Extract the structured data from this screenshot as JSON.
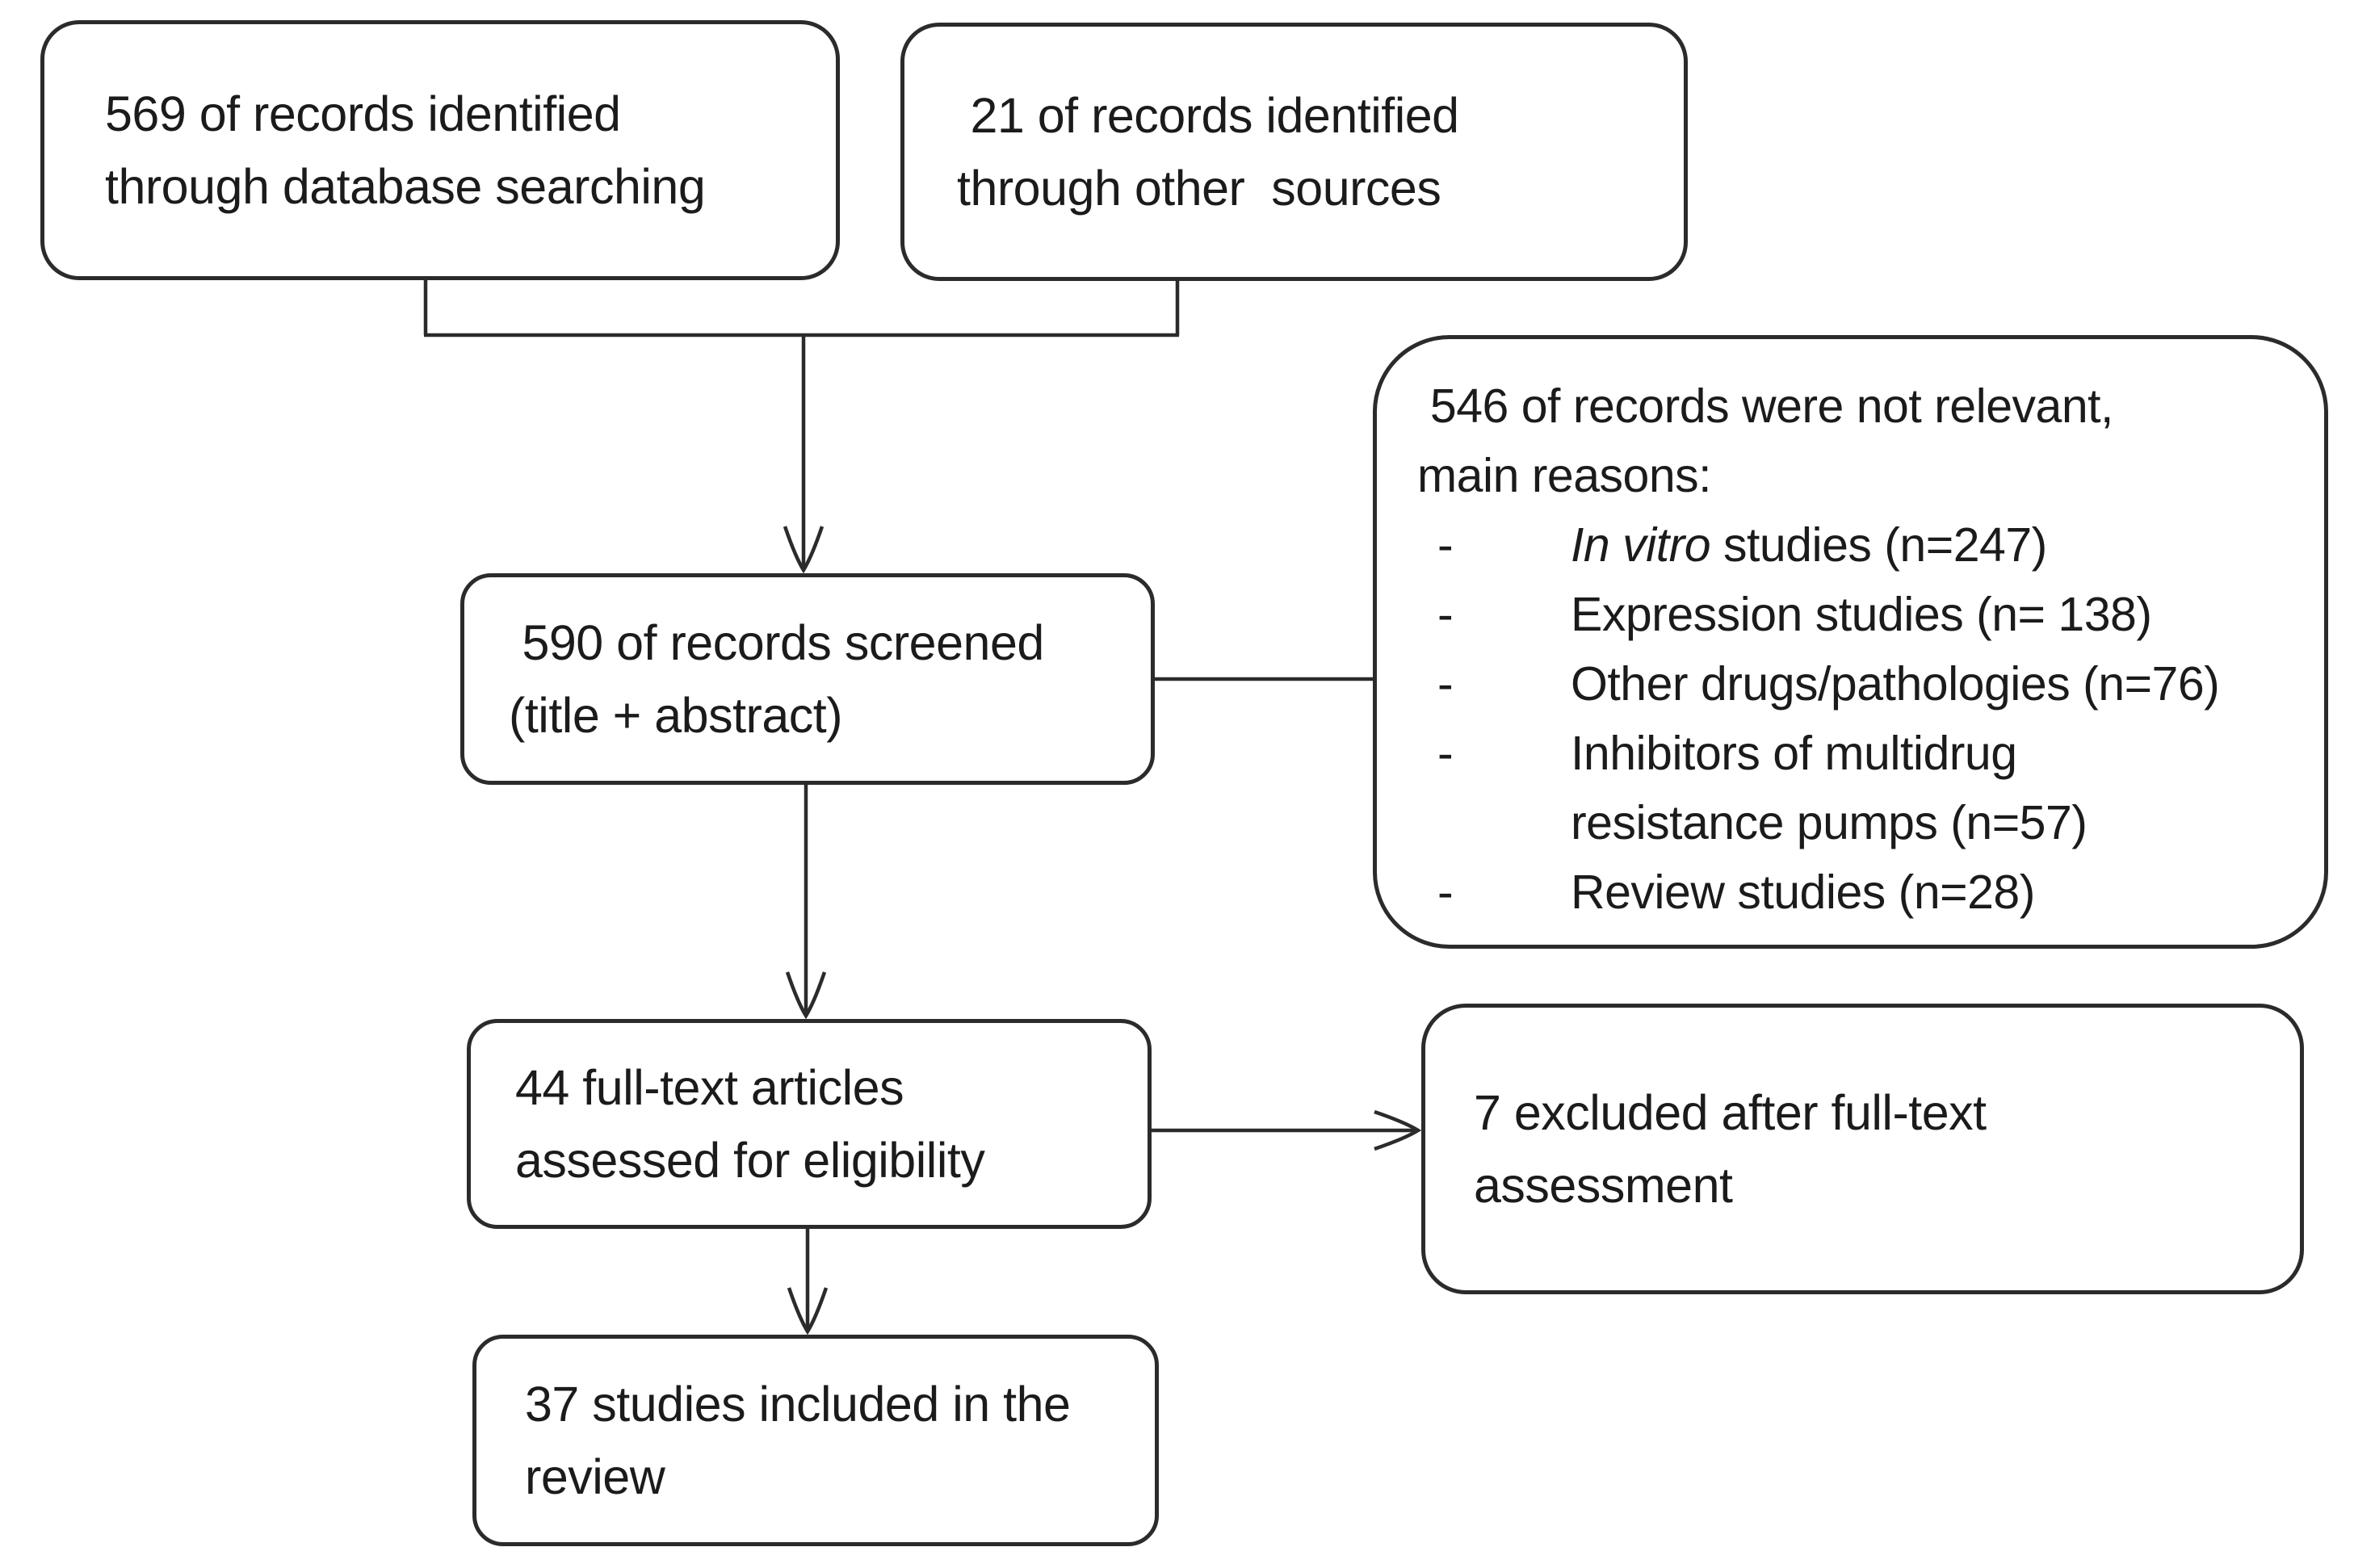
{
  "diagram": {
    "kind": "study-selection-flowchart",
    "ink_color": "#1b1b1b",
    "line_color": "#2b2b2b",
    "background_color": "#ffffff",
    "boxes": {
      "identified_db": {
        "lines": [
          "569 of records identified",
          "through database searching"
        ]
      },
      "identified_other": {
        "lines": [
          " 21 of records identified",
          "through other  sources"
        ]
      },
      "screened": {
        "lines": [
          " 590 of records screened",
          "(title + abstract)"
        ]
      },
      "not_relevant": {
        "header_lines": [
          " 546 of records were not relevant,",
          "main reasons:"
        ],
        "bullet": "-",
        "items": [
          {
            "italic": "In vitro",
            "rest": " studies (n=247)"
          },
          {
            "rest": "Expression studies (n= 138)"
          },
          {
            "rest": "Other drugs/pathologies (n=76)"
          },
          {
            "rest": "Inhibitors of multidrug",
            "rest2": "resistance pumps (n=57)"
          },
          {
            "rest": "Review studies (n=28)"
          }
        ]
      },
      "fulltext": {
        "lines": [
          "44 full-text articles",
          "assessed for eligibility"
        ]
      },
      "excluded": {
        "lines": [
          "7 excluded after full-text",
          "assessment"
        ]
      },
      "included": {
        "lines": [
          "37 studies included in the",
          "review"
        ]
      }
    }
  }
}
